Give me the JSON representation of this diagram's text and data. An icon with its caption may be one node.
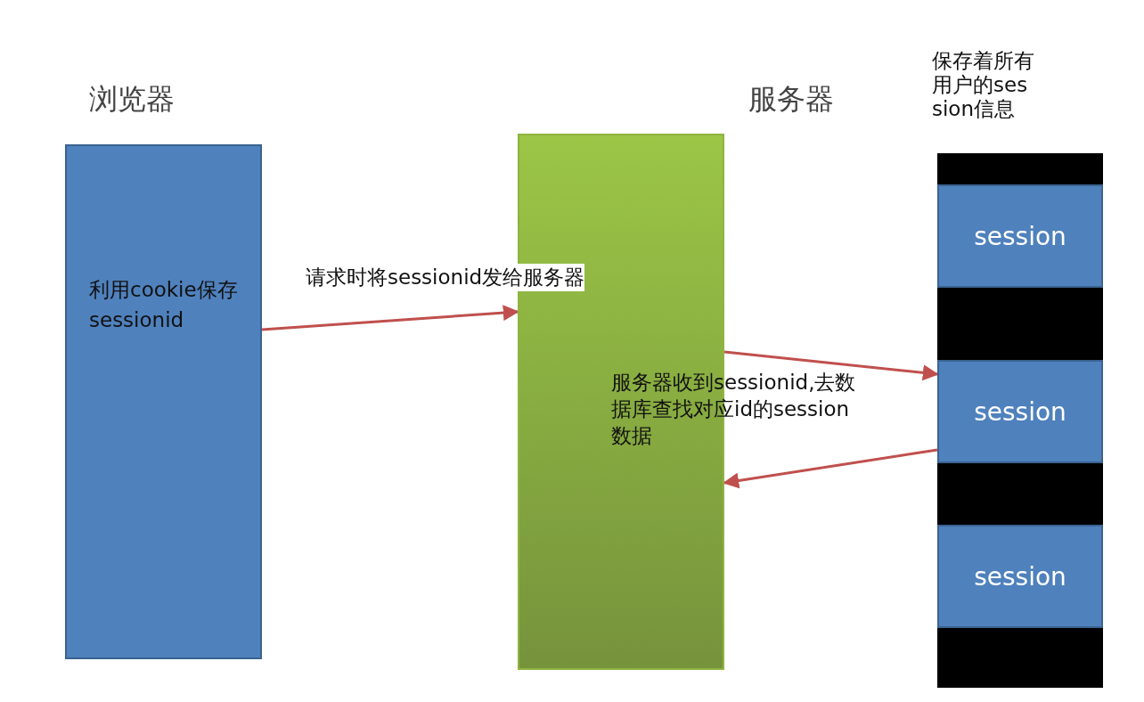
{
  "diagram": {
    "nodes": [
      {
        "text": [
          "浏览器",
          "利用cookie保存sessionid"
        ]
      },
      {
        "text": [
          "服务器"
        ]
      },
      {
        "text": [
          "保存着所有用户的session信息"
        ]
      },
      {
        "text": [
          "session"
        ],
        "in": 2
      },
      {
        "text": [
          "session"
        ],
        "in": 2
      },
      {
        "text": [
          "session"
        ],
        "in": 2
      }
    ],
    "edges": [
      {
        "from": 0,
        "to": 1,
        "arrow": "to",
        "label": "请求时将sessionid发给服务器"
      },
      {
        "from": 1,
        "to": 4,
        "arrow": "to"
      },
      {
        "from": 4,
        "to": 1,
        "arrow": "to"
      }
    ],
    "labels": [
      "服务器收到sessionid,去数据库查找对应id的session数据"
    ]
  }
}
